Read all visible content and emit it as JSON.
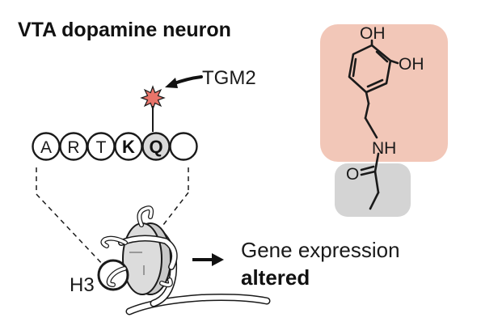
{
  "title": "VTA dopamine neuron",
  "enzyme_label": "TGM2",
  "peptide": {
    "residues": [
      {
        "letter": "A",
        "bold": false,
        "highlight": false
      },
      {
        "letter": "R",
        "bold": false,
        "highlight": false
      },
      {
        "letter": "T",
        "bold": false,
        "highlight": false
      },
      {
        "letter": "K",
        "bold": true,
        "highlight": false
      },
      {
        "letter": "Q",
        "bold": true,
        "highlight": true
      },
      {
        "letter": "",
        "bold": false,
        "highlight": false
      }
    ]
  },
  "histone_label": "H3",
  "outcome": {
    "line1": "Gene expression",
    "line2": "altered"
  },
  "molecule": {
    "oh_top": "OH",
    "oh_right": "OH",
    "nh": "NH",
    "o": "O"
  },
  "colors": {
    "dopamine_box": "#f2c7b8",
    "acyl_box": "#d4d4d4",
    "modification_star": "#e8746a",
    "highlighted_residue": "#d8d8d8",
    "nucleosome": "#dcdcdc"
  }
}
